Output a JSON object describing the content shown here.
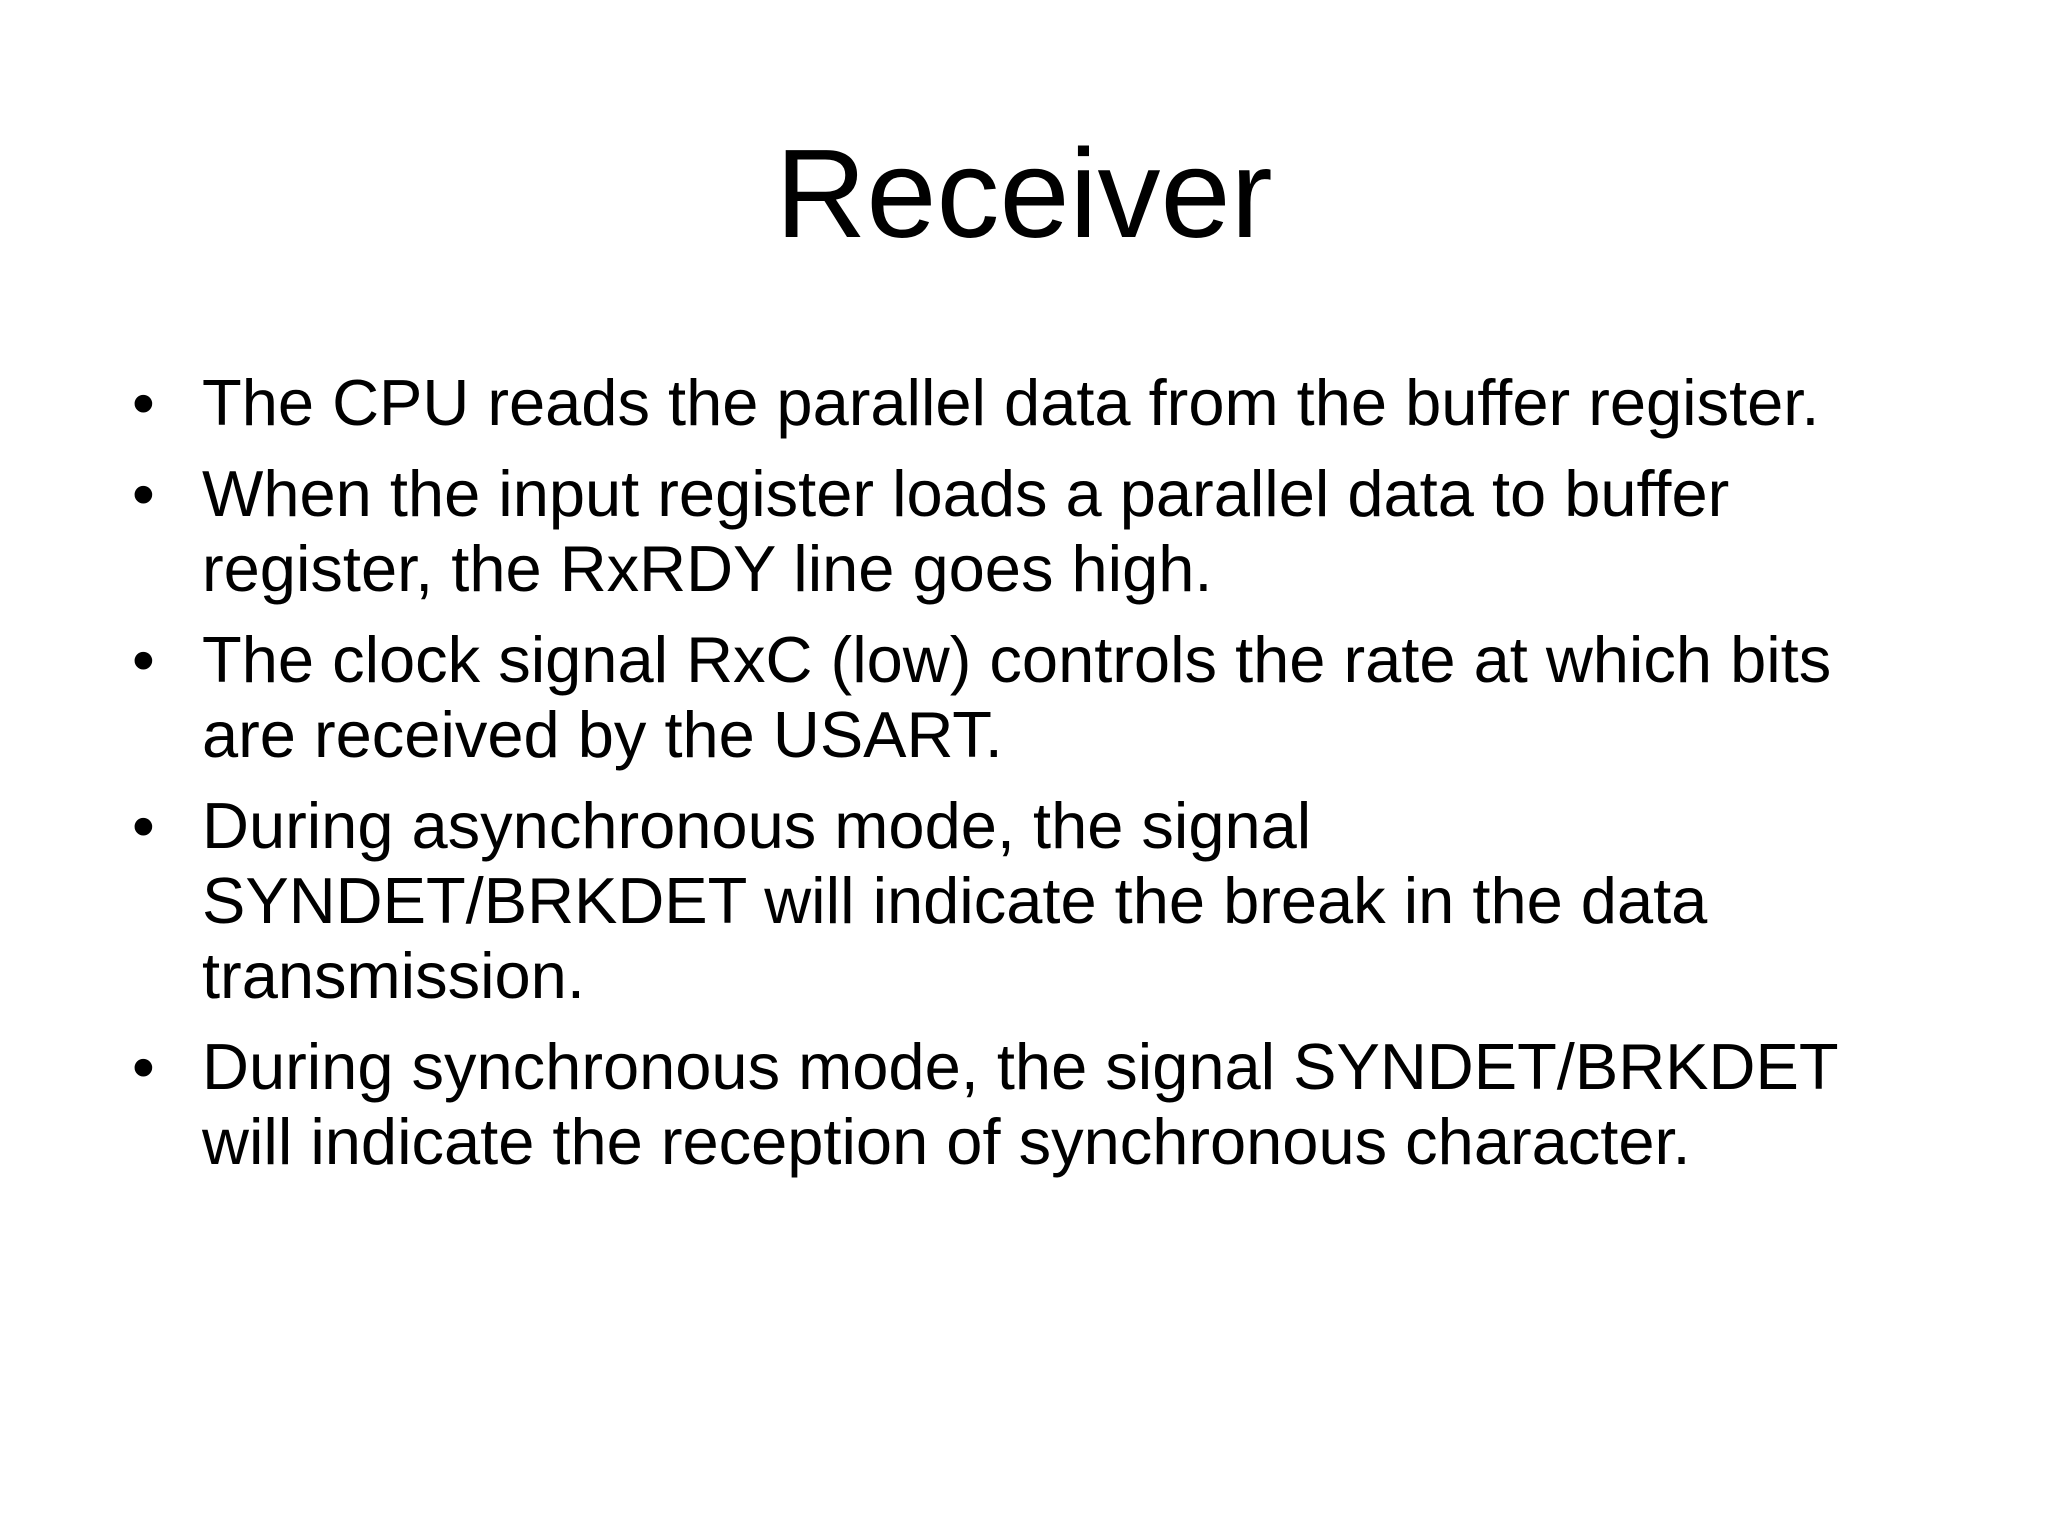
{
  "colors": {
    "background": "#ffffff",
    "text": "#000000"
  },
  "slide": {
    "title": "Receiver",
    "bullet_marker": "•",
    "bullets": [
      {
        "lines": [
          "The CPU reads the parallel data from the buffer register."
        ]
      },
      {
        "lines": [
          "When the input register loads a parallel data to buffer",
          "register, the RxRDY line goes high."
        ]
      },
      {
        "lines": [
          "The clock signal RxC (low) controls the rate at which bits",
          "are received by the USART."
        ]
      },
      {
        "lines": [
          "During asynchronous mode, the signal",
          "SYNDET/BRKDET will indicate the break in the data",
          "transmission."
        ]
      },
      {
        "lines": [
          "During synchronous mode, the signal SYNDET/BRKDET",
          "will indicate the reception of synchronous character."
        ]
      }
    ]
  }
}
